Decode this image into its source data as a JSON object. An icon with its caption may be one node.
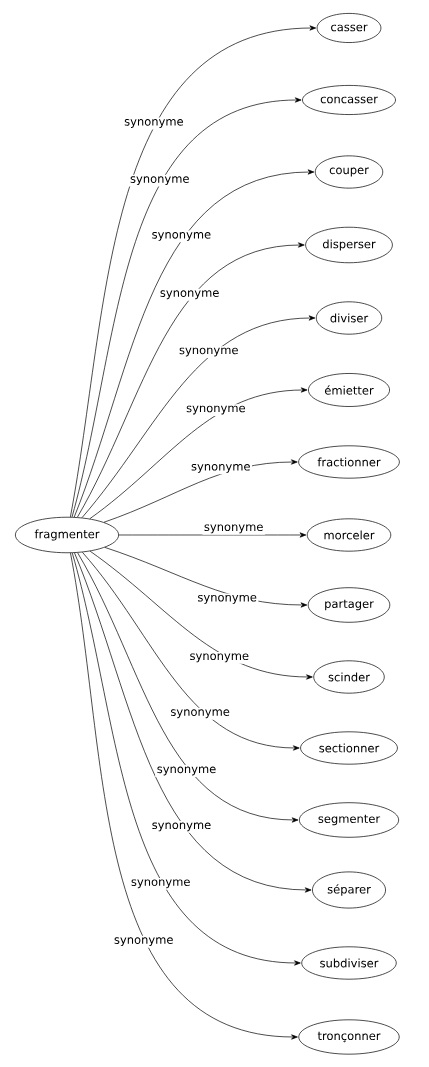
{
  "diagram": {
    "nodes": [
      {
        "text": [
          "fragmenter"
        ]
      },
      {
        "text": [
          "casser"
        ]
      },
      {
        "text": [
          "concasser"
        ]
      },
      {
        "text": [
          "couper"
        ]
      },
      {
        "text": [
          "disperser"
        ]
      },
      {
        "text": [
          "diviser"
        ]
      },
      {
        "text": [
          "émietter"
        ]
      },
      {
        "text": [
          "fractionner"
        ]
      },
      {
        "text": [
          "morceler"
        ]
      },
      {
        "text": [
          "partager"
        ]
      },
      {
        "text": [
          "scinder"
        ]
      },
      {
        "text": [
          "sectionner"
        ]
      },
      {
        "text": [
          "segmenter"
        ]
      },
      {
        "text": [
          "séparer"
        ]
      },
      {
        "text": [
          "subdiviser"
        ]
      },
      {
        "text": [
          "tronçonner"
        ]
      }
    ],
    "edges": [
      {
        "from": 0,
        "to": 1,
        "arrow": "to",
        "label": "synonyme"
      },
      {
        "from": 0,
        "to": 2,
        "arrow": "to",
        "label": "synonyme"
      },
      {
        "from": 0,
        "to": 3,
        "arrow": "to",
        "label": "synonyme"
      },
      {
        "from": 0,
        "to": 4,
        "arrow": "to",
        "label": "synonyme"
      },
      {
        "from": 0,
        "to": 5,
        "arrow": "to",
        "label": "synonyme"
      },
      {
        "from": 0,
        "to": 6,
        "arrow": "to",
        "label": "synonyme"
      },
      {
        "from": 0,
        "to": 7,
        "arrow": "to",
        "label": "synonyme"
      },
      {
        "from": 0,
        "to": 8,
        "arrow": "to",
        "label": "synonyme"
      },
      {
        "from": 0,
        "to": 9,
        "arrow": "to",
        "label": "synonyme"
      },
      {
        "from": 0,
        "to": 10,
        "arrow": "to",
        "label": "synonyme"
      },
      {
        "from": 0,
        "to": 11,
        "arrow": "to",
        "label": "synonyme"
      },
      {
        "from": 0,
        "to": 12,
        "arrow": "to",
        "label": "synonyme"
      },
      {
        "from": 0,
        "to": 13,
        "arrow": "to",
        "label": "synonyme"
      },
      {
        "from": 0,
        "to": 14,
        "arrow": "to",
        "label": "synonyme"
      },
      {
        "from": 0,
        "to": 15,
        "arrow": "to",
        "label": "synonyme"
      }
    ]
  }
}
